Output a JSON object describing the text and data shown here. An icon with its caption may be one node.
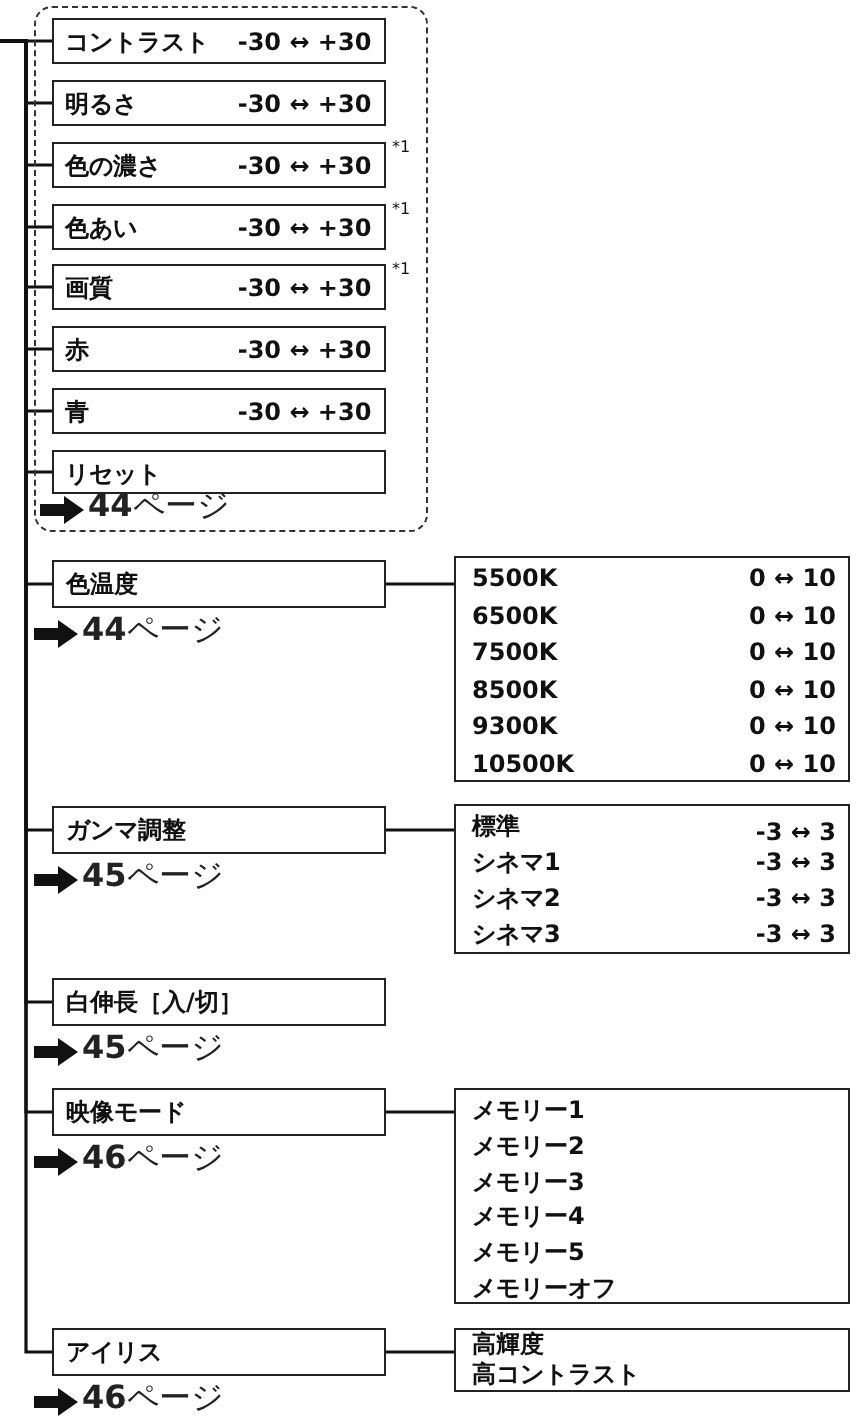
{
  "diagram": {
    "nodes": [
      {
        "text": [
          "**44**ページ"
        ]
      },
      {
        "text": [
          "コントラスト",
          "-30 ↔ +30"
        ],
        "in": 0
      },
      {
        "text": [
          "明るさ",
          "-30 ↔ +30"
        ],
        "in": 0
      },
      {
        "text": [
          "色の濃さ",
          "-30 ↔ +30"
        ],
        "in": 0,
        "beside": [
          "*1"
        ]
      },
      {
        "text": [
          "色あい",
          "-30 ↔ +30"
        ],
        "in": 0,
        "beside": [
          "*1"
        ]
      },
      {
        "text": [
          "画質",
          "-30 ↔ +30"
        ],
        "in": 0,
        "beside": [
          "*1"
        ]
      },
      {
        "text": [
          "赤",
          "-30 ↔ +30"
        ],
        "in": 0
      },
      {
        "text": [
          "青",
          "-30 ↔ +30"
        ],
        "in": 0
      },
      {
        "text": [
          "リセット"
        ],
        "in": 0
      },
      {
        "text": [
          "色温度"
        ],
        "beside": [
          "**44**ページ"
        ]
      },
      {
        "text": [
          "5500K",
          "0 ↔ 10",
          "6500K",
          "0 ↔ 10",
          "7500K",
          "0 ↔ 10",
          "8500K",
          "0 ↔ 10",
          "9300K",
          "0 ↔ 10",
          "10500K",
          "0 ↔ 10"
        ]
      },
      {
        "text": [
          "ガンマ調整"
        ],
        "beside": [
          "**45**ページ"
        ]
      },
      {
        "text": [
          "標準",
          "-3 ↔ 3",
          "シネマ1",
          "-3 ↔ 3",
          "シネマ2",
          "-3 ↔ 3",
          "シネマ3",
          "-3 ↔ 3"
        ]
      },
      {
        "text": [
          "白伸長［入/切］"
        ],
        "beside": [
          "**45**ページ"
        ]
      },
      {
        "text": [
          "映像モード"
        ],
        "beside": [
          "**46**ページ"
        ]
      },
      {
        "text": [
          "メモリー1",
          "メモリー2",
          "メモリー3",
          "メモリー4",
          "メモリー5",
          "メモリーオフ"
        ]
      },
      {
        "text": [
          "アイリス"
        ],
        "beside": [
          "**46**ページ"
        ]
      },
      {
        "text": [
          "高輝度",
          "高コントラスト"
        ]
      }
    ],
    "edges": [
      {
        "from": null,
        "to": 1,
        "arrow": "none"
      },
      {
        "from": null,
        "to": 2,
        "arrow": "none"
      },
      {
        "from": null,
        "to": 3,
        "arrow": "none"
      },
      {
        "from": null,
        "to": 4,
        "arrow": "none"
      },
      {
        "from": null,
        "to": 5,
        "arrow": "none"
      },
      {
        "from": null,
        "to": 6,
        "arrow": "none"
      },
      {
        "from": null,
        "to": 7,
        "arrow": "none"
      },
      {
        "from": null,
        "to": 8,
        "arrow": "none"
      },
      {
        "from": null,
        "to": 9,
        "arrow": "none"
      },
      {
        "from": null,
        "to": 11,
        "arrow": "none"
      },
      {
        "from": null,
        "to": 13,
        "arrow": "none"
      },
      {
        "from": null,
        "to": 14,
        "arrow": "none"
      },
      {
        "from": null,
        "to": 16,
        "arrow": "none"
      },
      {
        "from": 9,
        "to": 10,
        "arrow": "none"
      },
      {
        "from": 11,
        "to": 12,
        "arrow": "none"
      },
      {
        "from": 14,
        "to": 15,
        "arrow": "none"
      },
      {
        "from": 16,
        "to": 17,
        "arrow": "none"
      }
    ]
  }
}
